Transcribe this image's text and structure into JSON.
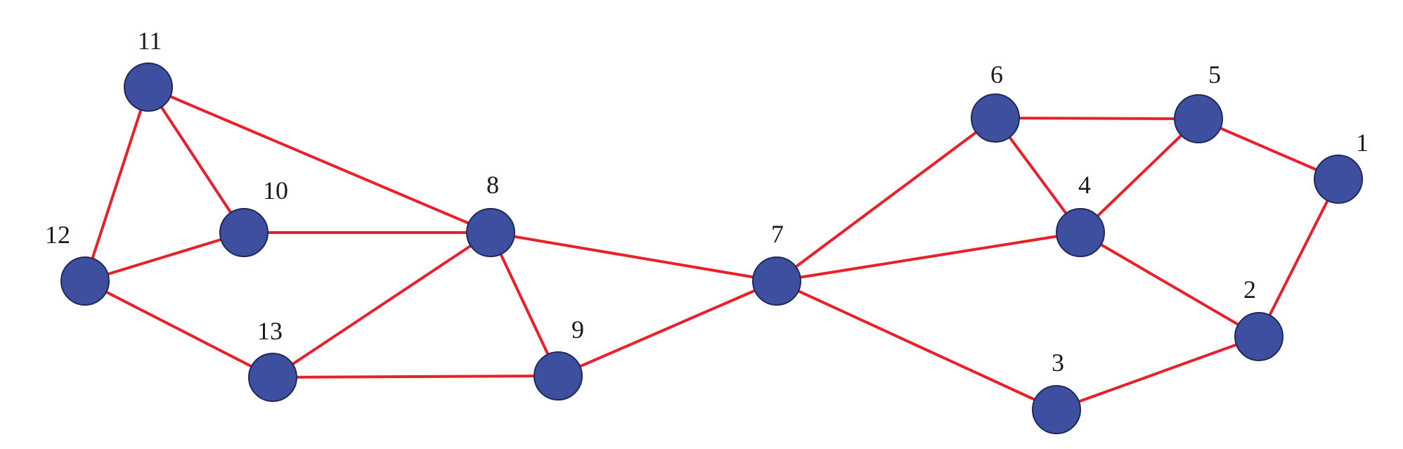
{
  "colors": {
    "edge": "#e8202a",
    "node_fill": "#3d4f9e",
    "node_stroke": "#1f2a5c",
    "label": "#1a1a1a"
  },
  "nodes": [
    {
      "id": "1",
      "label": "1"
    },
    {
      "id": "2",
      "label": "2"
    },
    {
      "id": "3",
      "label": "3"
    },
    {
      "id": "4",
      "label": "4"
    },
    {
      "id": "5",
      "label": "5"
    },
    {
      "id": "6",
      "label": "6"
    },
    {
      "id": "7",
      "label": "7"
    },
    {
      "id": "8",
      "label": "8"
    },
    {
      "id": "9",
      "label": "9"
    },
    {
      "id": "10",
      "label": "10"
    },
    {
      "id": "11",
      "label": "11"
    },
    {
      "id": "12",
      "label": "12"
    },
    {
      "id": "13",
      "label": "13"
    }
  ],
  "edges": [
    [
      "11",
      "12"
    ],
    [
      "11",
      "10"
    ],
    [
      "11",
      "8"
    ],
    [
      "12",
      "10"
    ],
    [
      "12",
      "13"
    ],
    [
      "10",
      "8"
    ],
    [
      "13",
      "8"
    ],
    [
      "13",
      "9"
    ],
    [
      "8",
      "9"
    ],
    [
      "8",
      "7"
    ],
    [
      "9",
      "7"
    ],
    [
      "7",
      "6"
    ],
    [
      "7",
      "4"
    ],
    [
      "7",
      "3"
    ],
    [
      "6",
      "5"
    ],
    [
      "6",
      "4"
    ],
    [
      "5",
      "4"
    ],
    [
      "5",
      "1"
    ],
    [
      "4",
      "2"
    ],
    [
      "1",
      "2"
    ],
    [
      "3",
      "2"
    ]
  ]
}
